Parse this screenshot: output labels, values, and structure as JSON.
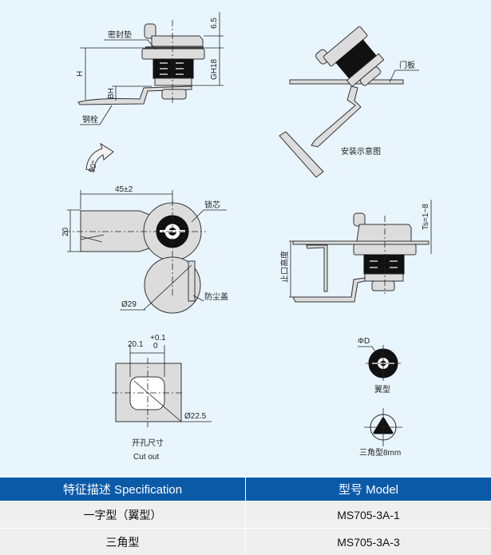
{
  "side_view": {
    "seal_label": "密封垫",
    "bolt_label": "钢栓",
    "dim_h": "H",
    "dim_bh": "BH",
    "dim_top": "6.5",
    "dim_gh": "GH18"
  },
  "install_view": {
    "door_label": "门板",
    "caption": "安装示意图"
  },
  "front_view": {
    "rotation": "90°",
    "length": "45±2",
    "width": "20",
    "diameter": "Ø29",
    "core_label": "锁芯",
    "dust_cover_label": "防尘盖"
  },
  "mount_view": {
    "ts_label": "Ts=1~8",
    "height_label": "止口高度"
  },
  "cutout": {
    "width": "20.1",
    "tol_upper": "+0.1",
    "tol_lower": "0",
    "diameter": "Ø22.5",
    "caption_cn": "开孔尺寸",
    "caption_en": "Cut out"
  },
  "key_types": {
    "diameter_label": "ΦD",
    "wing_label": "翼型",
    "triangle_label": "三角型8mm"
  },
  "table": {
    "headers": [
      "特征描述 Specification",
      "型号 Model"
    ],
    "rows": [
      [
        "一字型（翼型）",
        "MS705-3A-1"
      ],
      [
        "三角型",
        "MS705-3A-3"
      ]
    ]
  }
}
